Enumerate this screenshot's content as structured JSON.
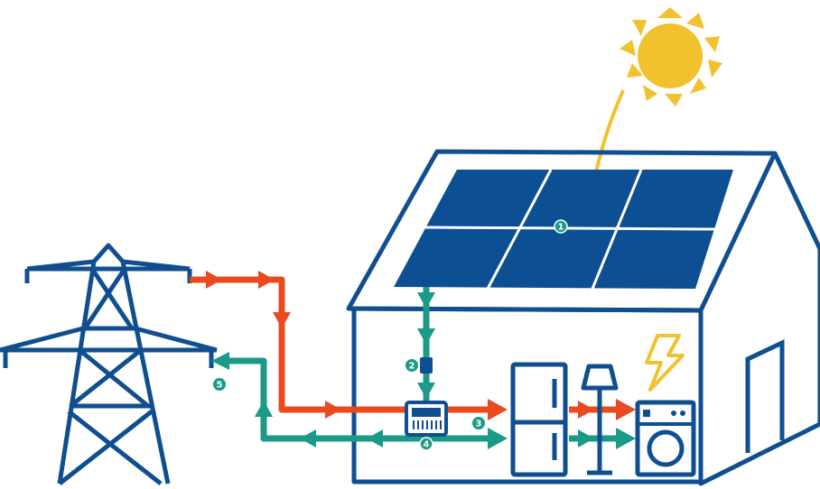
{
  "colors": {
    "house": "#0f4f90",
    "panel": "#0c4f93",
    "grid_import": "#e94a1f",
    "solar_flow": "#1a9a87",
    "sun": "#f2c12e",
    "bolt": "#f2c12e",
    "background": "#ffffff"
  },
  "icons": [
    "sun-icon",
    "solar-panel-icon",
    "pylon-icon",
    "house-icon",
    "inverter-icon",
    "meter-icon",
    "fridge-icon",
    "lamp-icon",
    "washing-machine-icon",
    "lightning-bolt-icon",
    "door-icon"
  ],
  "markers": [
    {
      "id": "m1",
      "label": "1"
    },
    {
      "id": "m2",
      "label": "2"
    },
    {
      "id": "m3",
      "label": "3"
    },
    {
      "id": "m4",
      "label": "4"
    },
    {
      "id": "m5",
      "label": "5"
    }
  ]
}
